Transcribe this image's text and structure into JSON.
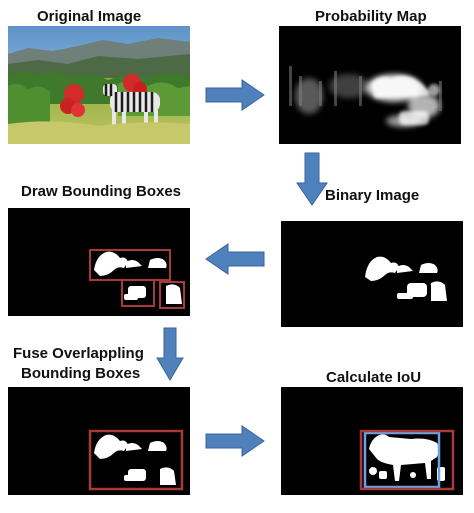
{
  "panels": {
    "original_image": {
      "title": "Original Image"
    },
    "probability_map": {
      "title": "Probability Map"
    },
    "binary_image": {
      "title": "Binary Image"
    },
    "draw_bounding_boxes": {
      "title": "Draw Bounding Boxes"
    },
    "fuse_overlapping": {
      "title_line1": "Fuse Overlappling",
      "title_line2": "Bounding Boxes"
    },
    "calculate_iou": {
      "title": "Calculate IoU"
    }
  },
  "colors": {
    "arrow": "#4f81bd",
    "box_red": "#a93a3a",
    "box_blue": "#6fa0e0",
    "panel_bg": "#000000"
  }
}
